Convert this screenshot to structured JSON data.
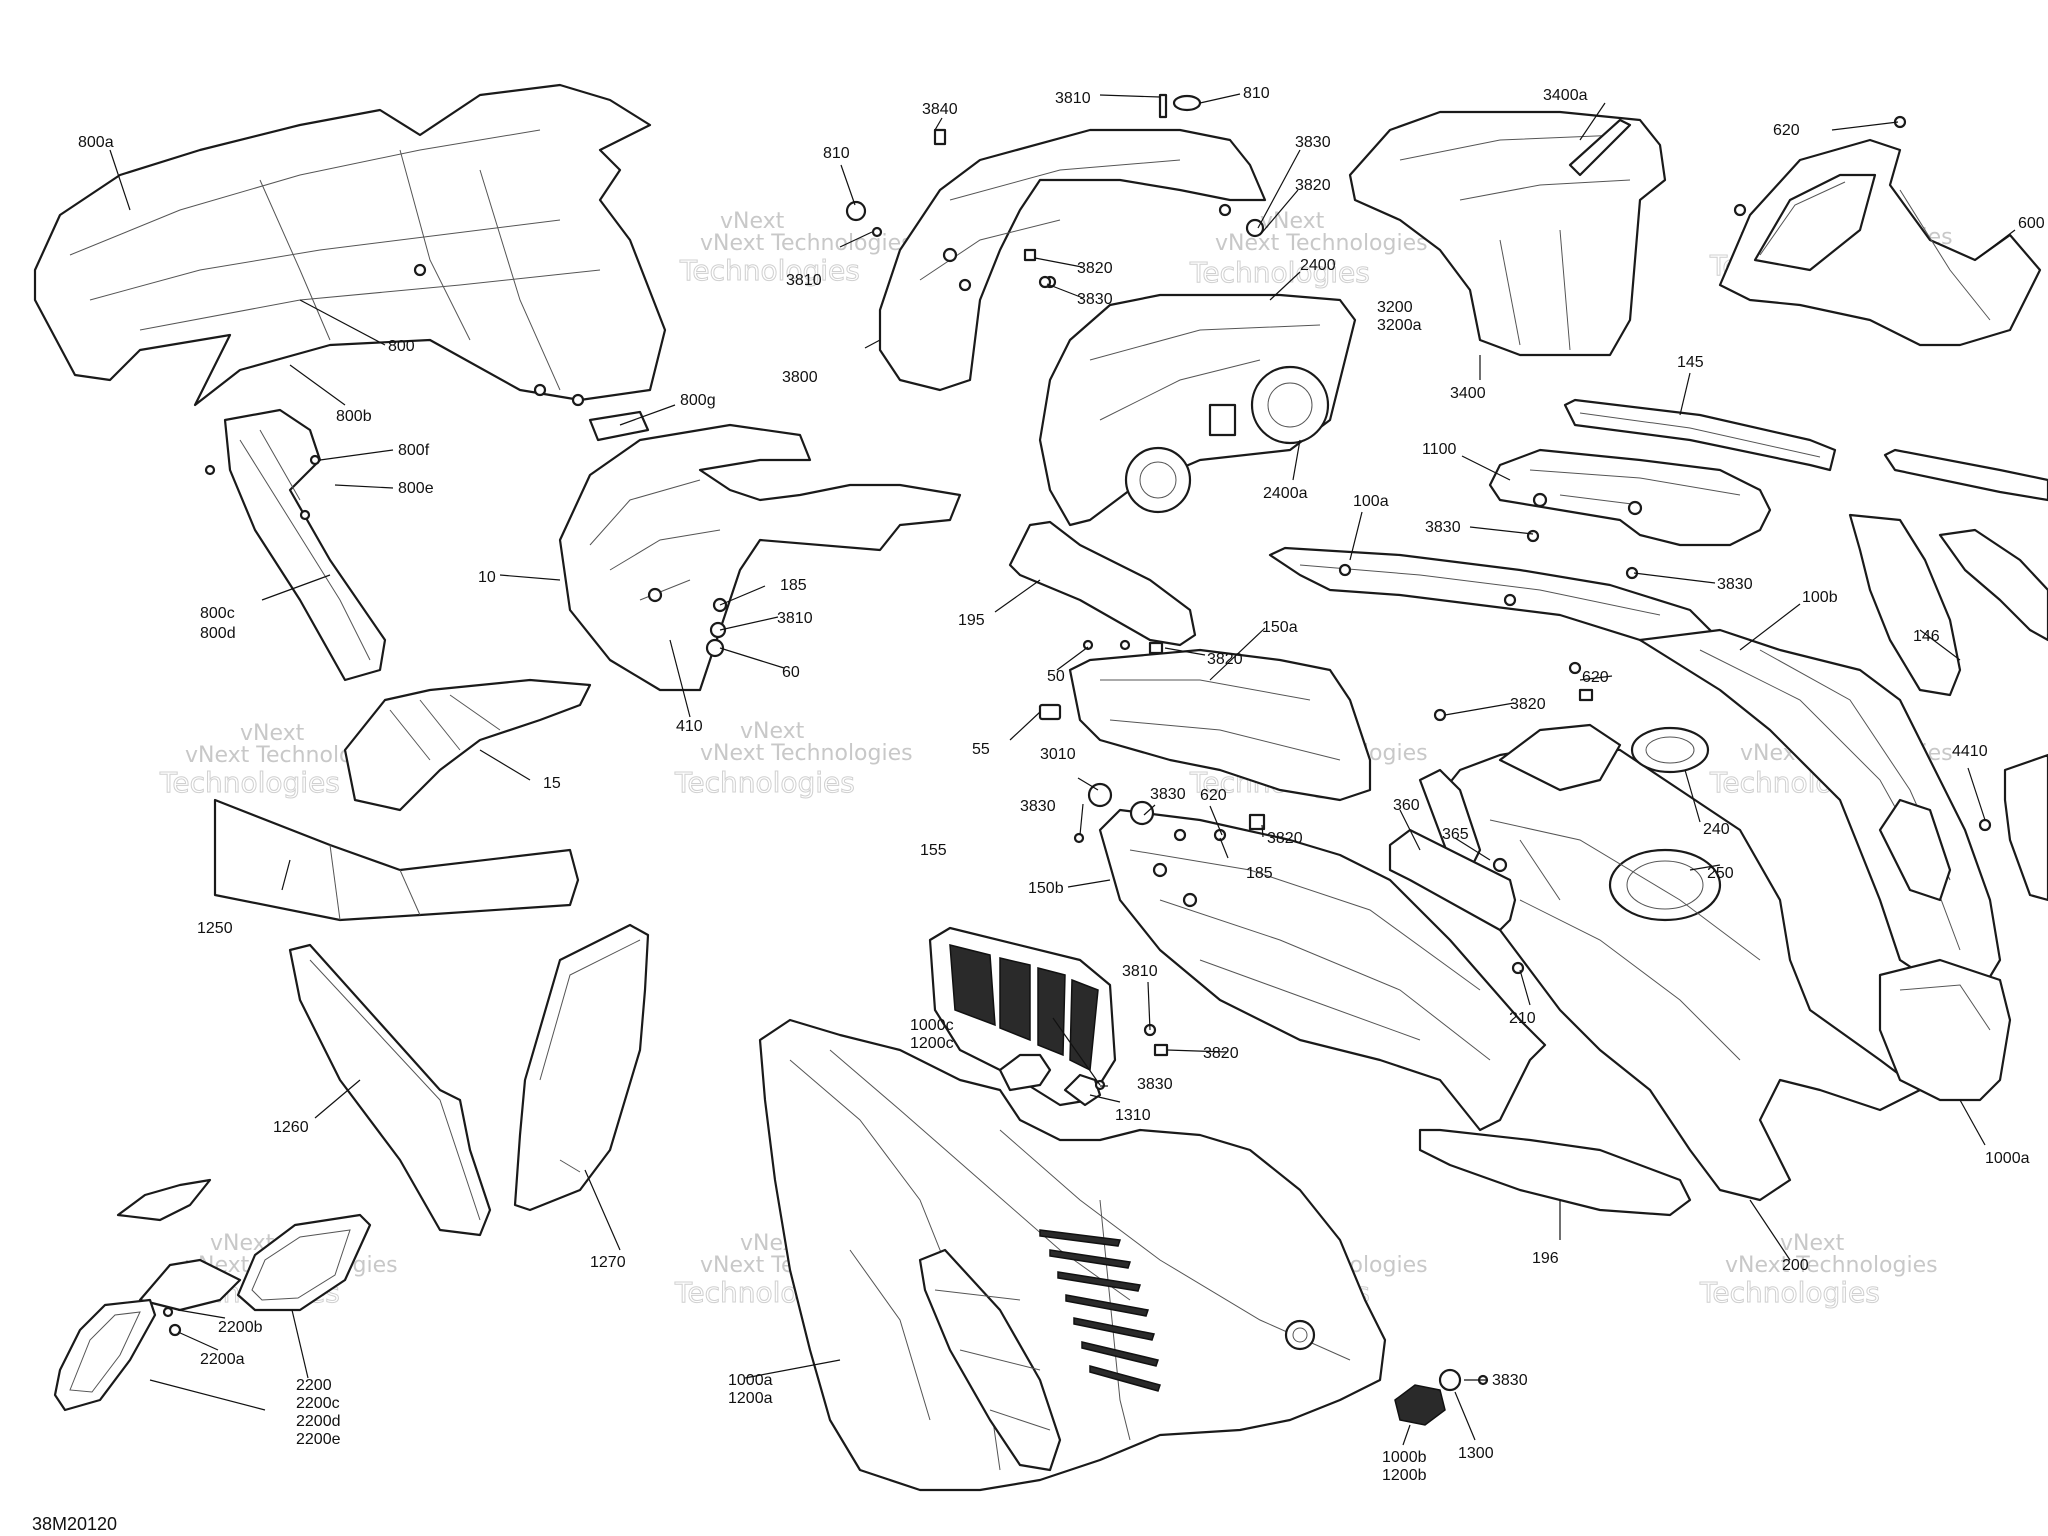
{
  "diagram": {
    "doc_number": "38M20120",
    "watermark_line1": "vNext Technologies",
    "watermark_line2": "Technologies",
    "watermark_sub": "vNext",
    "callouts": {
      "c800a": "800a",
      "c800": "800",
      "c800b": "800b",
      "c800g": "800g",
      "c800f": "800f",
      "c800e": "800e",
      "c800c": "800c",
      "c800d": "800d",
      "c3840": "3840",
      "c810a": "810",
      "c3810a": "3810",
      "c810b": "810",
      "c3810b": "3810",
      "c3800": "3800",
      "c3830a": "3830",
      "c3820a": "3820",
      "c3820b": "3820",
      "c3830b": "3830",
      "c2400": "2400",
      "c2400a": "2400a",
      "c3400a": "3400a",
      "c3200": "3200",
      "c3200a": "3200a",
      "c3400": "3400",
      "c620a": "620",
      "c600": "600",
      "c145": "145",
      "c1100": "1100",
      "c100a": "100a",
      "c3830c": "3830",
      "c3830d": "3830",
      "c100b": "100b",
      "c146": "146",
      "c10": "10",
      "c185a": "185",
      "c3810c": "3810",
      "c60": "60",
      "c410": "410",
      "c195": "195",
      "c3820c": "3820",
      "c150a": "150a",
      "c50": "50",
      "c55": "55",
      "c15": "15",
      "c620b": "620",
      "c3820d": "3820",
      "c3010": "3010",
      "c3830e": "3830",
      "c3830f": "3830",
      "c620c": "620",
      "c3820e": "3820",
      "c185b": "185",
      "c360": "360",
      "c365": "365",
      "c240": "240",
      "c250": "250",
      "c4410": "4410",
      "c150b": "150b",
      "c155": "155",
      "c1250": "1250",
      "c3810d": "3810",
      "c3820f": "3820",
      "c1000c": "1000c",
      "c1200c": "1200c",
      "c3830g": "3830",
      "c1310": "1310",
      "c210": "210",
      "c1000a_r": "1000a",
      "c1260": "1260",
      "c1270": "1270",
      "c196": "196",
      "c200": "200",
      "c2200b": "2200b",
      "c2200a": "2200a",
      "c2200": "2200",
      "c2200c": "2200c",
      "c2200d": "2200d",
      "c2200e": "2200e",
      "c1000a": "1000a",
      "c1200a": "1200a",
      "c3830h": "3830",
      "c1300": "1300",
      "c1000b": "1000b",
      "c1200b": "1200b"
    }
  }
}
